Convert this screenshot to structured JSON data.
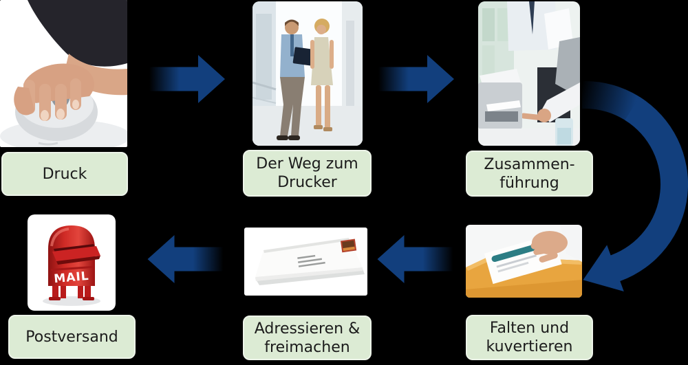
{
  "slide": {
    "background": "#000000",
    "description": "Mail production workflow diagram with six photo steps connected by blue arrows"
  },
  "palette": {
    "arrow_blue": "#123f7d",
    "arrow_fade_to": "#000000",
    "label_fill": "#dcebd4",
    "label_border": "#edf4e9",
    "label_text": "#1b1b1b",
    "mailbox_red": "#c62222",
    "envelope_orange": "#e8a53f"
  },
  "steps": [
    {
      "name": "druck",
      "line1": "Druck",
      "line2": "",
      "photo_desc": "hand on computer mouse"
    },
    {
      "name": "der-weg-zum-drucker",
      "line1": "Der Weg zum",
      "line2": "Drucker",
      "photo_desc": "two colleagues walking in office"
    },
    {
      "name": "zusammenfuehrung",
      "line1": "Zusammen-",
      "line2": "führung",
      "photo_desc": "people collecting pages at office printer"
    },
    {
      "name": "falten-und-kuvertieren",
      "line1": "Falten und",
      "line2": "kuvertieren",
      "photo_desc": "hand inserting letter into orange envelope"
    },
    {
      "name": "adressieren-und-freimachen",
      "line1": "Adressieren &",
      "line2": "freimachen",
      "photo_desc": "addressed envelope with stamp"
    },
    {
      "name": "postversand",
      "line1": "Postversand",
      "line2": "",
      "photo_desc": "red mailbox labeled MAIL"
    }
  ],
  "mailbox_text": "MAIL",
  "arrows": [
    {
      "from": "druck",
      "to": "der-weg-zum-drucker",
      "direction": "right"
    },
    {
      "from": "der-weg-zum-drucker",
      "to": "zusammenfuehrung",
      "direction": "right"
    },
    {
      "from": "zusammenfuehrung",
      "to": "falten-und-kuvertieren",
      "direction": "curved-down-left"
    },
    {
      "from": "falten-und-kuvertieren",
      "to": "adressieren-und-freimachen",
      "direction": "left"
    },
    {
      "from": "adressieren-und-freimachen",
      "to": "postversand",
      "direction": "left"
    }
  ]
}
